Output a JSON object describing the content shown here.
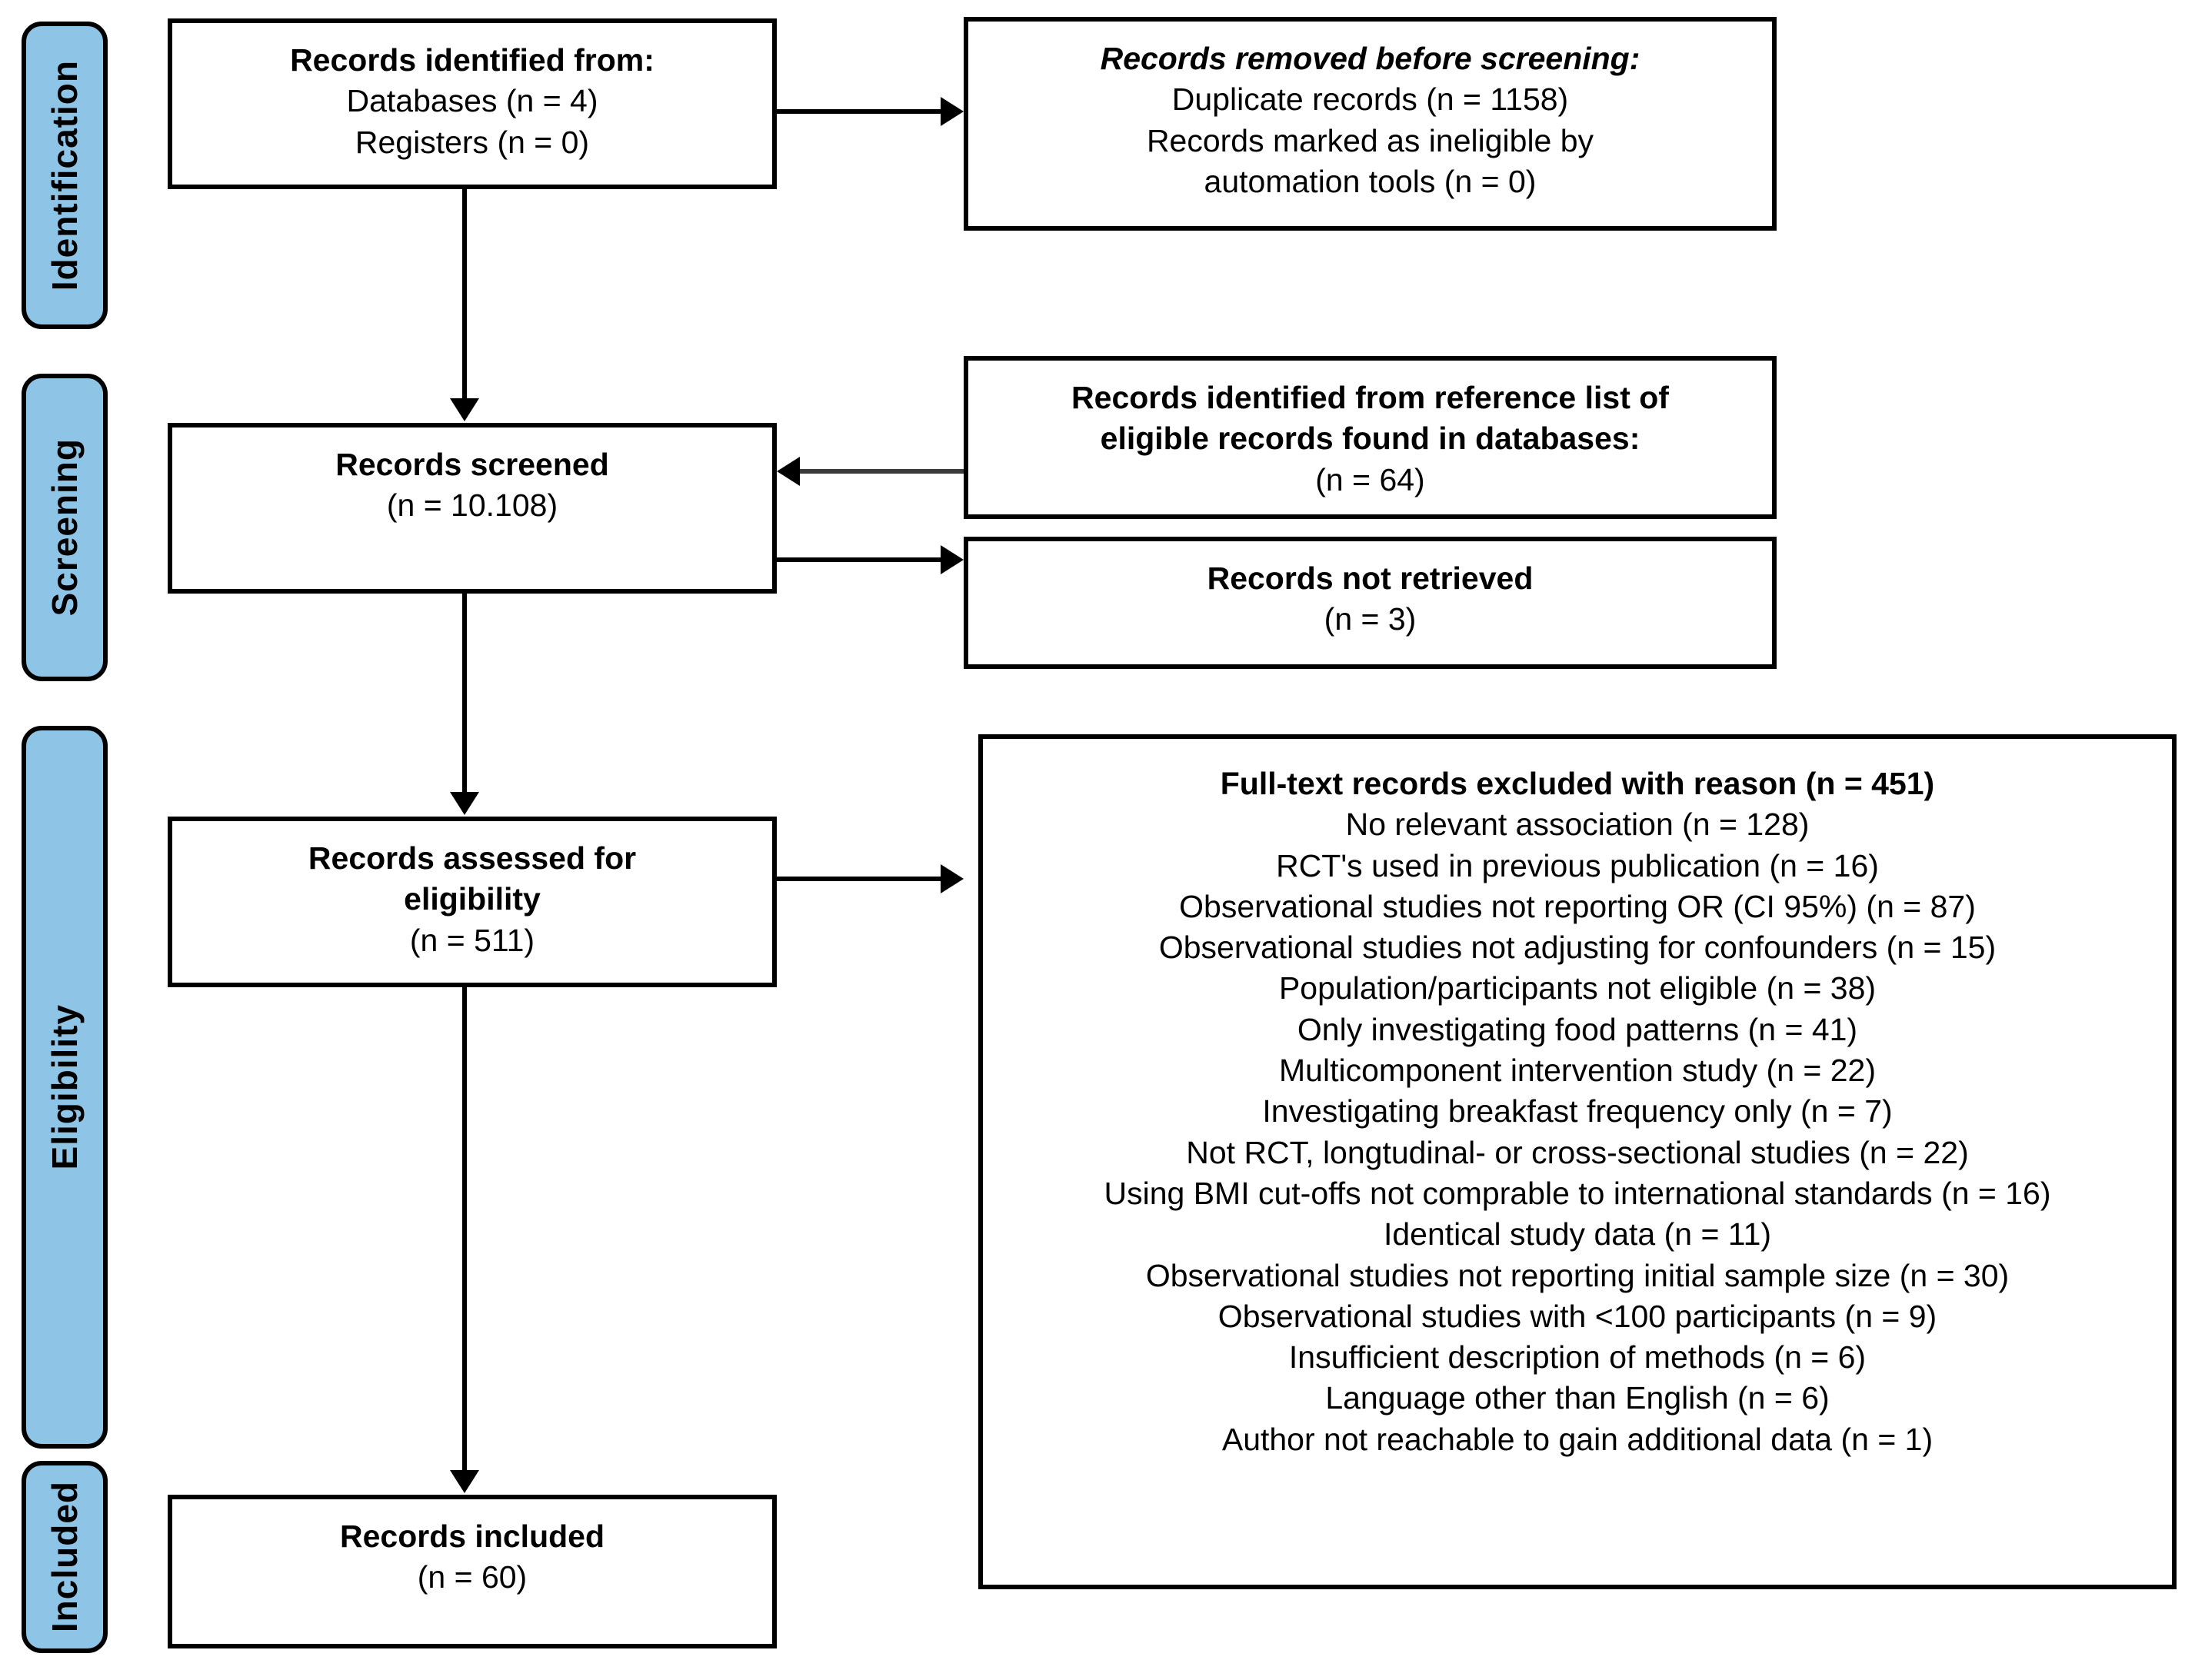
{
  "diagram": {
    "title": "PRISMA 2020 flow diagram",
    "type": "flowchart",
    "accent_color": "#8ec5e6",
    "line_color": "#000000",
    "background": "#ffffff"
  },
  "stages": [
    {
      "label": "Identification"
    },
    {
      "label": "Screening"
    },
    {
      "label": "Eligibility"
    },
    {
      "label": "Included"
    }
  ],
  "boxes": {
    "identified": {
      "name": "records-identified-from",
      "lines": [
        {
          "text": "Records identified from:",
          "style": "bold"
        },
        {
          "text": "Databases (n = 4)",
          "style": "normal"
        },
        {
          "text": "Registers (n = 0)",
          "style": "normal"
        }
      ]
    },
    "removed": {
      "name": "records-removed-before-screening",
      "lines": [
        {
          "text": "Records removed before screening:",
          "style": "bold-italic"
        },
        {
          "text": "Duplicate records (n = 1158)",
          "style": "normal"
        },
        {
          "text": "Records marked as ineligible by",
          "style": "normal"
        },
        {
          "text": "automation tools (n = 0)",
          "style": "normal"
        }
      ]
    },
    "screened": {
      "name": "records-screened",
      "lines": [
        {
          "text": "Records screened",
          "style": "bold"
        },
        {
          "text": "(n = 10.108)",
          "style": "normal"
        }
      ]
    },
    "reference_list": {
      "name": "records-identified-from-reference-list",
      "lines": [
        {
          "text": "Records identified from reference list of",
          "style": "bold"
        },
        {
          "text": "eligible records found in databases:",
          "style": "bold"
        },
        {
          "text": "(n = 64)",
          "style": "normal"
        }
      ]
    },
    "not_retrieved": {
      "name": "records-not-retrieved",
      "lines": [
        {
          "text": "Records not retrieved",
          "style": "bold"
        },
        {
          "text": "(n = 3)",
          "style": "normal"
        }
      ]
    },
    "assessed": {
      "name": "records-assessed-for-eligibility",
      "lines": [
        {
          "text": "Records assessed for",
          "style": "bold"
        },
        {
          "text": "eligibility",
          "style": "bold"
        },
        {
          "text": "(n = 511)",
          "style": "normal"
        }
      ]
    },
    "excluded": {
      "name": "full-text-records-excluded",
      "lines": [
        {
          "text": "Full-text records excluded with reason (n = 451)",
          "style": "bold"
        },
        {
          "text": "No relevant association (n = 128)",
          "style": "normal"
        },
        {
          "text": "RCT's used in previous publication (n = 16)",
          "style": "normal"
        },
        {
          "text": "Observational studies not reporting OR (CI 95%) (n = 87)",
          "style": "normal"
        },
        {
          "text": "Observational studies not adjusting for confounders (n = 15)",
          "style": "normal"
        },
        {
          "text": "Population/participants not eligible (n = 38)",
          "style": "normal"
        },
        {
          "text": "Only investigating food patterns (n = 41)",
          "style": "normal"
        },
        {
          "text": "Multicomponent intervention study (n = 22)",
          "style": "normal"
        },
        {
          "text": "Investigating breakfast frequency only (n = 7)",
          "style": "normal"
        },
        {
          "text": "Not RCT, longtudinal- or cross-sectional studies (n = 22)",
          "style": "normal"
        },
        {
          "text": "Using BMI cut-offs not comprable to international standards (n = 16)",
          "style": "normal"
        },
        {
          "text": "Identical study data (n = 11)",
          "style": "normal"
        },
        {
          "text": "Observational studies not reporting initial sample size (n = 30)",
          "style": "normal"
        },
        {
          "text": "Observational studies with <100 participants (n = 9)",
          "style": "normal"
        },
        {
          "text": "Insufficient description of methods (n = 6)",
          "style": "normal"
        },
        {
          "text": "Language other than English (n = 6)",
          "style": "normal"
        },
        {
          "text": "Author not reachable to gain additional data (n = 1)",
          "style": "normal"
        }
      ]
    },
    "included": {
      "name": "records-included",
      "lines": [
        {
          "text": "Records included",
          "style": "bold"
        },
        {
          "text": "(n = 60)",
          "style": "normal"
        }
      ]
    }
  }
}
